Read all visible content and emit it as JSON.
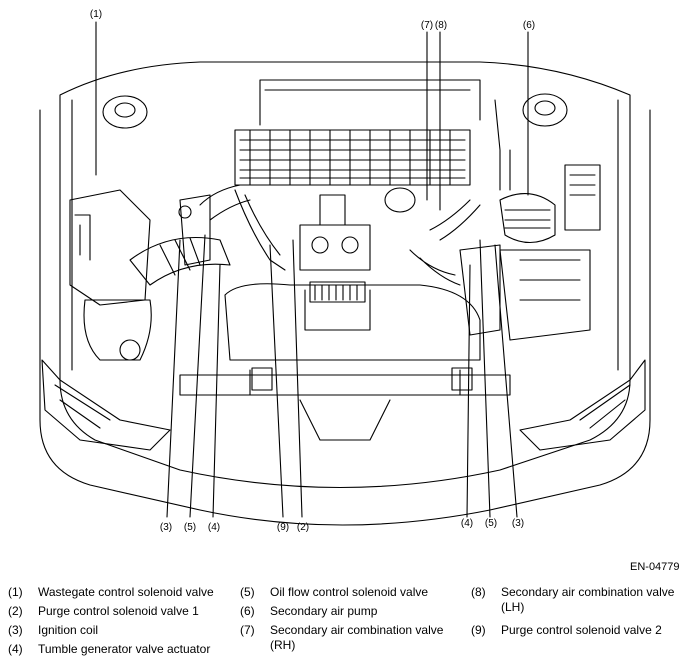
{
  "figure_code": "EN-04779",
  "callouts": {
    "c1": "(1)",
    "c7": "(7)",
    "c8": "(8)",
    "c6": "(6)",
    "b3a": "(3)",
    "b5a": "(5)",
    "b4a": "(4)",
    "b9": "(9)",
    "b2": "(2)",
    "b4b": "(4)",
    "b5b": "(5)",
    "b3b": "(3)"
  },
  "legend": [
    {
      "num": "(1)",
      "text": "Wastegate control solenoid valve"
    },
    {
      "num": "(2)",
      "text": "Purge control solenoid valve 1"
    },
    {
      "num": "(3)",
      "text": "Ignition coil"
    },
    {
      "num": "(4)",
      "text": "Tumble generator valve actuator"
    },
    {
      "num": "(5)",
      "text": "Oil flow control solenoid valve"
    },
    {
      "num": "(6)",
      "text": "Secondary air pump"
    },
    {
      "num": "(7)",
      "text": "Secondary air combination valve",
      "text2": "(RH)"
    },
    {
      "num": "(8)",
      "text": "Secondary air combination valve",
      "text2": "(LH)"
    },
    {
      "num": "(9)",
      "text": "Purge control solenoid valve 2"
    }
  ]
}
